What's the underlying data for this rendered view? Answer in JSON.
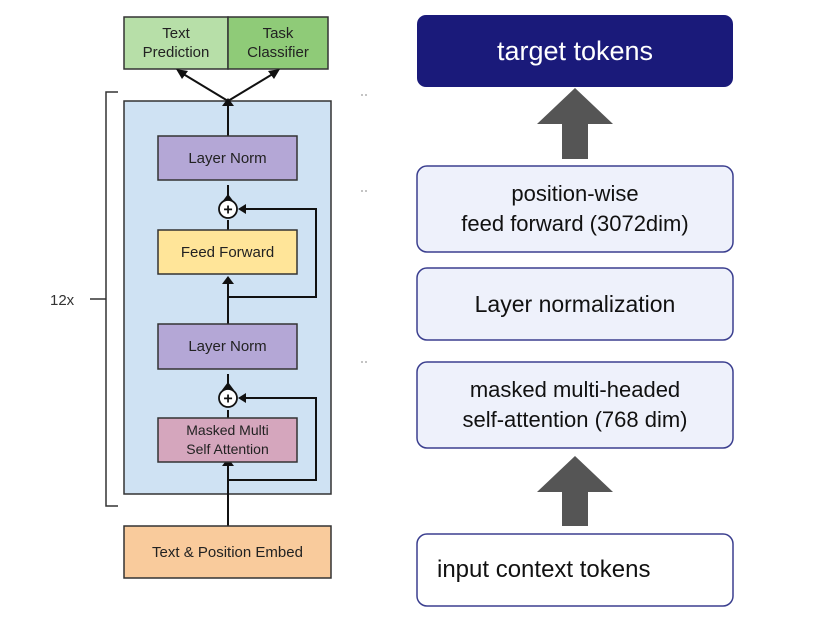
{
  "left_diagram": {
    "repeat_label": "12x",
    "outputs": {
      "text_prediction": "Text\nPrediction",
      "task_classifier": "Task\nClassifier"
    },
    "blocks": {
      "layer_norm_top": "Layer Norm",
      "feed_forward": "Feed Forward",
      "layer_norm_bottom": "Layer Norm",
      "masked_attention": "Masked Multi\nSelf Attention",
      "embed": "Text & Position Embed"
    },
    "add_symbol": "+"
  },
  "right_diagram": {
    "target": "target tokens",
    "feed_forward": "position-wise\nfeed forward (3072dim)",
    "layer_norm": "Layer normalization",
    "attention": "masked multi-headed\nself-attention (768 dim)",
    "input": "input context tokens"
  },
  "colors": {
    "output_green": "#b7dfa8",
    "output_green_dark": "#8fcb78",
    "transformer_bg": "#cfe2f3",
    "layer_norm_purple": "#b4a7d6",
    "feed_forward_yellow": "#ffe599",
    "attention_pink": "#d5a6bd",
    "embed_orange": "#f9cb9c",
    "target_navy": "#1a1a7a",
    "right_box_bg": "#eef1fb",
    "right_box_border": "#3b3f8f",
    "arrow_gray": "#555555"
  }
}
